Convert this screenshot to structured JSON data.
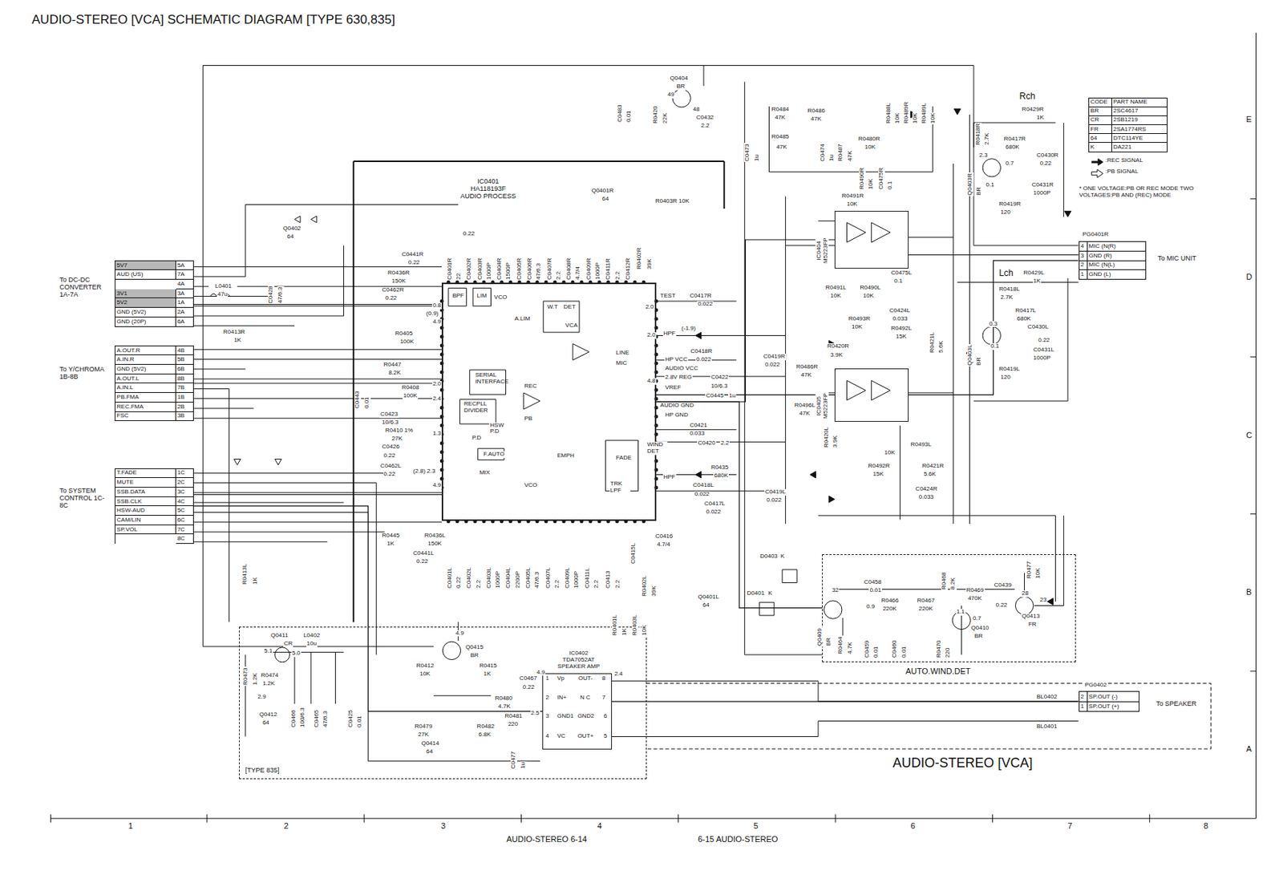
{
  "diagram": {
    "title": "AUDIO-STEREO [VCA] SCHEMATIC DIAGRAM [TYPE 630,835]",
    "nodes": [
      {
        "text": [
          "5V7",
          "5A",
          "AUD (US)",
          "7A",
          "4A",
          "3V1",
          "3A",
          "5V2",
          "1A",
          "GND (5V2)",
          "2A",
          "GND (20P)",
          "6A"
        ]
      },
      {
        "text": [
          "A.OUT.R",
          "4B",
          "A.IN.R",
          "5B",
          "GND (5V2)",
          "6B",
          "A.OUT.L",
          "8B",
          "A.IN.L",
          "7B",
          "PB.FMA",
          "1B",
          "REC.FMA",
          "2B",
          "FSC",
          "3B"
        ]
      },
      {
        "text": [
          "T.FADE",
          "1C",
          "MUTE",
          "2C",
          "SSB.DATA",
          "3C",
          "SSB.CLK",
          "4C",
          "HSW-AUD",
          "5C",
          "CAM/LIN",
          "6C",
          "SP.VOL",
          "7C",
          "8C"
        ]
      },
      {
        "text": [
          "IC0401",
          "HA118193F",
          "AUDIO PROCESS"
        ]
      },
      {
        "text": [
          "IC0404",
          "M5223FP"
        ]
      },
      {
        "text": [
          "IC0405",
          "M5223FP"
        ]
      },
      {
        "text": [
          "CODE",
          "PART NAME",
          "BR",
          "2SC4617",
          "CR",
          "2SB1219",
          "FR",
          "2SA1774RS",
          "64",
          "DTC114YE",
          "K",
          "DA221"
        ]
      },
      {
        "text": [
          "4",
          "MIC (N(R)",
          "3",
          "GND (R)",
          "2",
          "MIC (N(L)",
          "1",
          "GND (L)"
        ]
      },
      {
        "text": [
          "AUTO.WIND.DET"
        ]
      },
      {
        "text": [
          "[TYPE 835]"
        ]
      },
      {
        "text": [
          "IC0402",
          "TDA7052AT",
          "SPEAKER AMP"
        ],
        "in": 9
      },
      {
        "text": [
          "2",
          "SP.OUT (-)",
          "1",
          "SP.OUT (+)"
        ]
      }
    ],
    "edges": [
      {
        "from": 0,
        "to": 3,
        "arrow": "none"
      },
      {
        "from": 1,
        "to": 3,
        "arrow": "none"
      },
      {
        "from": 2,
        "to": 3,
        "arrow": "none"
      },
      {
        "from": 3,
        "to": 4,
        "arrow": "none"
      },
      {
        "from": 3,
        "to": 5,
        "arrow": "none"
      },
      {
        "from": 7,
        "to": 4,
        "arrow": "none"
      },
      {
        "from": 7,
        "to": 5,
        "arrow": "none"
      },
      {
        "from": 3,
        "to": 8,
        "arrow": "none"
      },
      {
        "from": 2,
        "to": 10,
        "arrow": "none"
      },
      {
        "from": 10,
        "to": 11,
        "arrow": "none"
      }
    ],
    "labels": [
      "To DC-DC CONVERTER 1A-7A",
      "To Y/CHROMA 1B-8B",
      "To SYSTEM CONTROL 1C-8C",
      "L0401",
      "47u",
      "C0428",
      "47/6.3",
      "Q0402",
      "64",
      "R0413R",
      "1K",
      "R0413L",
      "1K",
      "C0443",
      "0.01",
      "C0441R",
      "0.22",
      "R0436R",
      "150K",
      "C0462R",
      "0.22",
      "R0405",
      "100K",
      "R0447",
      "8.2K",
      "R0408",
      "100K",
      "C0423",
      "10/6.3",
      "R0410 1%",
      "27K",
      "C0426",
      "0.22",
      "C0462L",
      "0.22",
      "R0445",
      "1K",
      "R0436L",
      "150K",
      "C0441L",
      "0.22",
      "0.22",
      "C0401R",
      "22",
      "C0402R",
      "C0403R",
      "1000P",
      "C0404R",
      "1500P",
      "C0405R",
      "C0406R",
      "47/6.3",
      "C0407R",
      "2.2",
      "C0408R",
      "4.7/4",
      "C0409R",
      "1000P",
      "C0411R",
      "2.2",
      "Q0401R",
      "64",
      "R0402R",
      "39K",
      "R0403R 10K",
      "C0412R",
      "C0417R",
      "0.022",
      "TEST",
      "C0418R",
      "0.022",
      "C0422",
      "10/6.3",
      "C0445",
      "1u",
      "C0421",
      "0.033",
      "C0420",
      "2.2",
      "R0435",
      "680K",
      "C0418L",
      "0.022",
      "C0417L",
      "0.022",
      "C0419R",
      "0.022",
      "C0419L",
      "0.022",
      "SERIAL INTERFACE",
      "RECPLL DIVIDER",
      "P.D",
      "HSW P.D",
      "F.AUTO",
      "MIX",
      "VCO",
      "A.LIM",
      "W.T",
      "DET",
      "VCA",
      "BPF",
      "LIM",
      "HPF",
      "WIND DET",
      "FADE",
      "TRK LPF",
      "HP VCC",
      "AUDIO VCC",
      "2.8V REG",
      "VREF",
      "AUDIO GND",
      "HP GND",
      "LINE",
      "MIC",
      "REC",
      "PB",
      "HPF",
      "EMPH",
      "VCO",
      "C0401L",
      "0.22",
      "C0402L",
      "2.2",
      "C0403L",
      "1000P",
      "C0404L",
      "2200P",
      "C0405L",
      "47/6.3",
      "C0407L",
      "2.2",
      "C0409L",
      "1000P",
      "C0411L",
      "2.2",
      "C0413",
      "2.2",
      "C0415L",
      "C0416",
      "4.7/4",
      "R0402L",
      "39K",
      "Q0401L",
      "64",
      "R0401L",
      "1K",
      "R0403L",
      "10K",
      "Q0411",
      "CR",
      "L0402",
      "10u",
      "5.1",
      "5.0",
      "R0473",
      "1.2K",
      "R0474",
      "1.2K",
      "2.9",
      "Q0412",
      "64",
      "C0466",
      "100/6.3",
      "C0465",
      "47/6.3",
      "C0425",
      "0.01",
      "4.9",
      "Q0415",
      "BR",
      "R0412",
      "10K",
      "R0415",
      "1K",
      "R0479",
      "27K",
      "Q0414",
      "64",
      "R0482",
      "6.8K",
      "C0477",
      "1u",
      "R0480",
      "4.7K",
      "R0481",
      "220",
      "C0467",
      "0.22",
      "4.9",
      "2.4",
      "1",
      "Vp",
      "OUT-",
      "8",
      "2",
      "IN+",
      "N C",
      "7",
      "2.5",
      "3",
      "GND1",
      "GND2",
      "6",
      "4",
      "VC",
      "OUT+",
      "5",
      "BL0402",
      "BL0401",
      "To SPEAKER",
      "D0403",
      "K",
      "D0401",
      "K",
      "C0458",
      "0.01",
      "32",
      "0.9",
      "R0466",
      "220K",
      "R0467",
      "220K",
      "R0468",
      "8.2K",
      "R0469",
      "470K",
      "C0439",
      "0.22",
      "R0477",
      "10K",
      "28",
      "23",
      "Q0413",
      "FR",
      "Q0409",
      "BR",
      "R0464",
      "4.7K",
      "C0459",
      "0.01",
      "C0460",
      "0.01",
      "R0470",
      "220",
      "1.1",
      "0.7",
      "Q0410",
      "BR",
      "R0486R",
      "47K",
      "R0420R",
      "3.9K",
      "R0493R",
      "10K",
      "C0424L",
      "0.033",
      "R0492L",
      "15K",
      "R0421L",
      "5.6K",
      "R0496L",
      "47K",
      "R0420L",
      "3.9K",
      "10K",
      "R0493L",
      "R0492R",
      "15K",
      "R0421R",
      "5.6K",
      "C0424R",
      "0.033",
      "Q0404",
      "BR",
      "49",
      "48",
      "R0420",
      "22K",
      "C0432",
      "2.2",
      "C0483",
      "0.01",
      "C0473",
      "1u",
      "R0484",
      "47K",
      "R0486",
      "47K",
      "R0485",
      "47K",
      "C0474",
      "1u",
      "R0487",
      "47K",
      "R0488L",
      "10K",
      "R0489R",
      "10K",
      "R0489L",
      "10K",
      "R0480R",
      "10K",
      "R0490R",
      "10K",
      "C0475R",
      "0.1",
      "R0491R",
      "10K",
      "R0491L",
      "10K",
      "R0490L",
      "10K",
      "C0475L",
      "0.1",
      "Rch",
      "R0429R",
      "1K",
      "R0418R",
      "2.7K",
      "R0417R",
      "680K",
      "2.3",
      "0.7",
      "C0430R",
      "0.22",
      "C0431R",
      "1000P",
      "0.1",
      "R0419R",
      "120",
      "Q0403R",
      "BR",
      "Lch",
      "R0429L",
      "1K",
      "R0418L",
      "2.7K",
      "R0417L",
      "680K",
      "0.3",
      "C0430L",
      "0.22",
      "0.1",
      "C0431L",
      "1000P",
      "R0419L",
      "120",
      "Q0403L",
      "BR",
      "PG0401R",
      "To MIC UNIT",
      "* ONE VOLTAGE:PB OR REC MODE TWO VOLTAGES:PB AND (REC) MODE",
      "PG0402",
      "AUDIO-STEREO [VCA]",
      "1",
      "2",
      "3",
      "4",
      "5",
      "6",
      "7",
      "8",
      "E",
      "D",
      "C",
      "B",
      "A",
      "AUDIO-STEREO 6-14",
      "6-15 AUDIO-STEREO",
      "0.8",
      "(0.9)",
      "4.9",
      "2.0",
      "2.4",
      "1.3",
      "(2.8) 2.3",
      "4.9",
      "2.0",
      "4.8",
      "2.0",
      "(-1.9)"
    ],
    "legend": [
      {
        "text": ":REC SIGNAL"
      },
      {
        "text": ":PB SIGNAL"
      }
    ]
  }
}
